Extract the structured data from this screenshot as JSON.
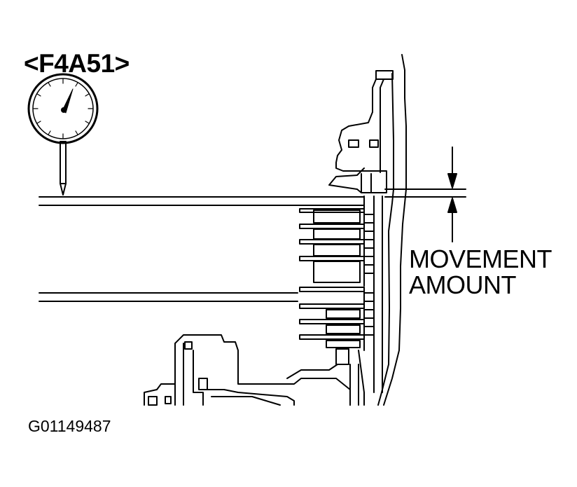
{
  "diagram": {
    "model_label": "<F4A51>",
    "measurement_label_line1": "MOVEMENT",
    "measurement_label_line2": "AMOUNT",
    "figure_id": "G01149487"
  },
  "colors": {
    "ink": "#000000",
    "paper": "#ffffff"
  }
}
